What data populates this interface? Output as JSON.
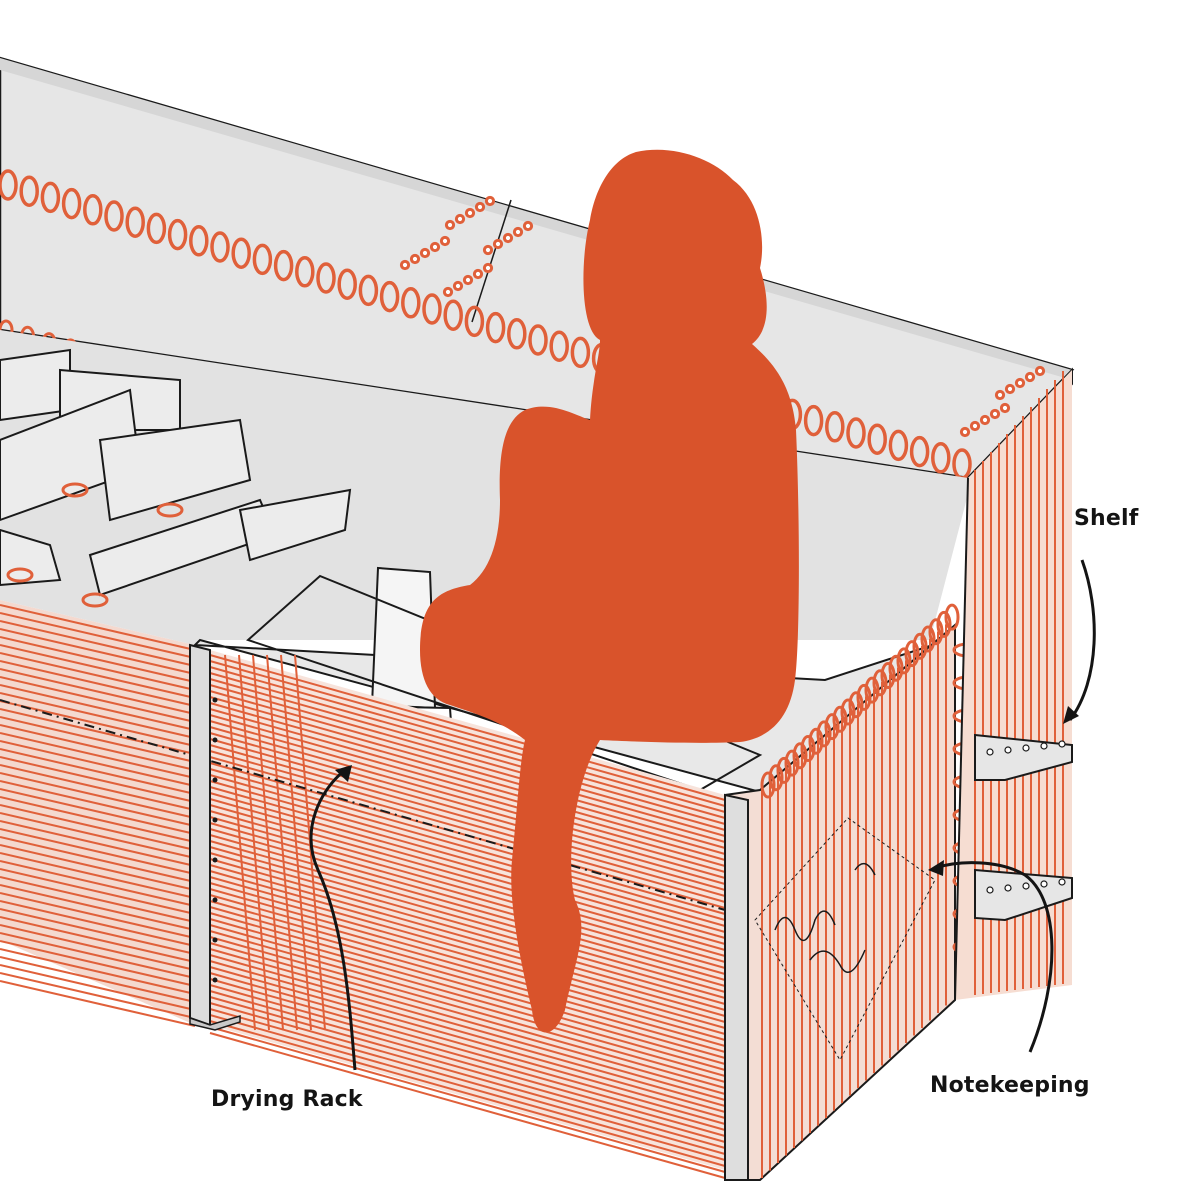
{
  "labels": {
    "shelf": "Shelf",
    "drying_rack": "Drying Rack",
    "notekeeping": "Notekeeping"
  },
  "colors": {
    "accent": "#d9532b",
    "thread": "#e0603a",
    "panel": "#e6e6e6",
    "panel_light": "#f2f2f2",
    "outline": "#1a1a1a"
  }
}
